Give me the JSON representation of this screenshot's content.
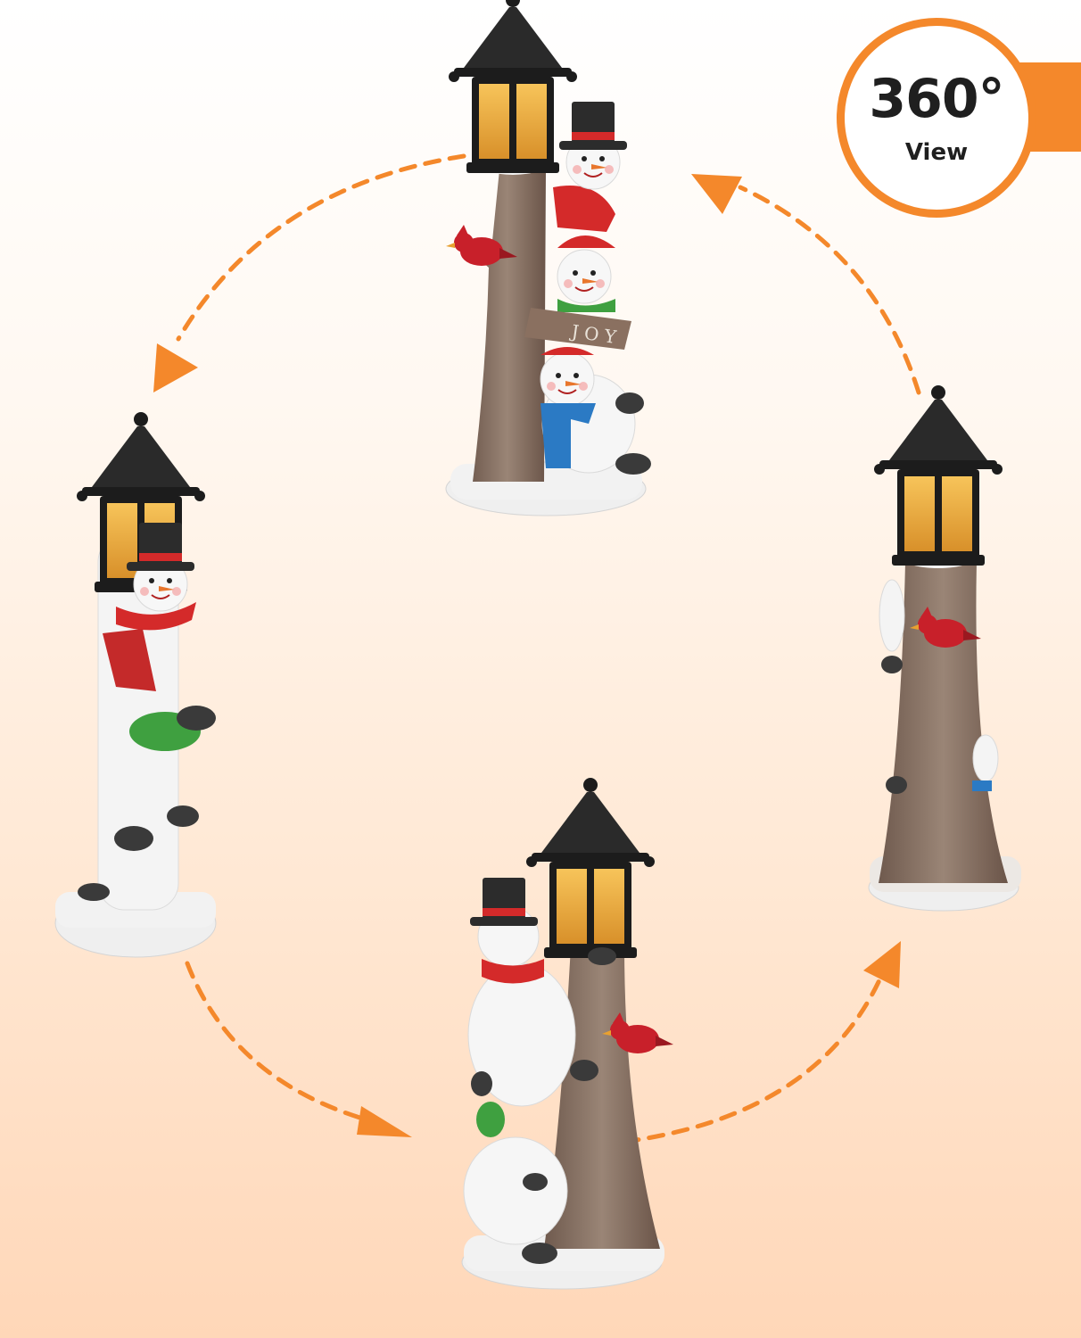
{
  "badge": {
    "main": "360°",
    "sub": "View"
  },
  "colors": {
    "accent": "#f4882b",
    "lantern_glow": "#f0b440",
    "lantern_frame": "#1c1c1c",
    "tree_bark": "#8a7466",
    "snow": "#f4f4f4"
  },
  "figurines": [
    {
      "view": "front",
      "icons": [
        "lamp-post",
        "tree-trunk",
        "snowman",
        "cardinal-bird",
        "joy-sign"
      ]
    },
    {
      "view": "left-side",
      "icons": [
        "lamp-post",
        "snowman"
      ]
    },
    {
      "view": "right-side",
      "icons": [
        "lamp-post",
        "tree-trunk",
        "cardinal-bird"
      ]
    },
    {
      "view": "back",
      "icons": [
        "lamp-post",
        "tree-trunk",
        "snowman",
        "cardinal-bird"
      ]
    }
  ],
  "arrows": [
    "top-to-left",
    "left-to-bottom",
    "bottom-to-right",
    "right-to-top"
  ]
}
